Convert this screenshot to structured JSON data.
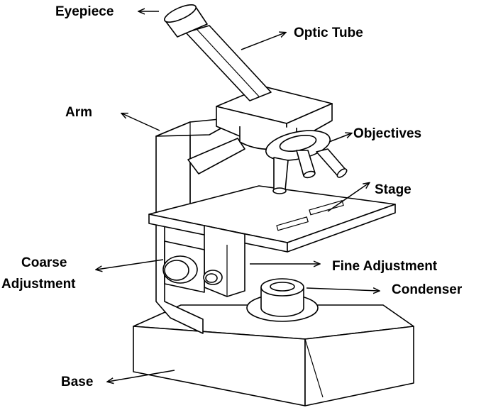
{
  "labels": {
    "eyepiece": "Eyepiece",
    "optic_tube": "Optic Tube",
    "arm": "Arm",
    "objectives": "Objectives",
    "stage": "Stage",
    "coarse_line1": "Coarse",
    "coarse_line2": "Adjustment",
    "fine_adjustment": "Fine Adjustment",
    "condenser": "Condenser",
    "base": "Base"
  }
}
